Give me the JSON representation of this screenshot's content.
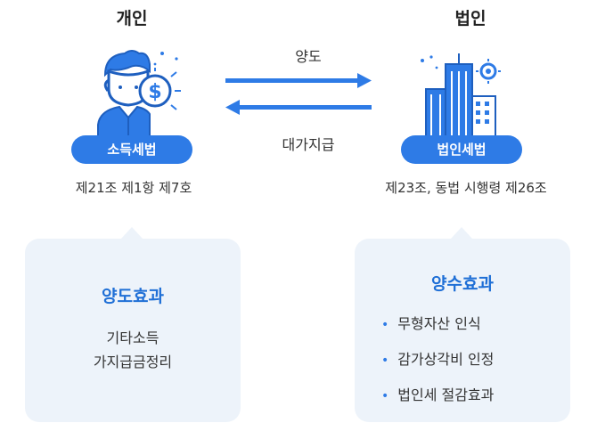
{
  "left": {
    "title": "개인",
    "badge": "소득세법",
    "reference": "제21조 제1항 제7호",
    "effect_title": "양도효과",
    "effect_lines": [
      "기타소득",
      "가지급금정리"
    ]
  },
  "right": {
    "title": "법인",
    "badge": "법인세법",
    "reference": "제23조, 동법 시행령 제26조",
    "effect_title": "양수효과",
    "effect_items": [
      "무형자산 인식",
      "감가상각비 인정",
      "법인세 절감효과"
    ]
  },
  "arrows": {
    "forward_label": "양도",
    "backward_label": "대가지급"
  },
  "colors": {
    "accent": "#2e7be6",
    "bubble_bg": "#edf3fa",
    "effect_title": "#1f6fd6"
  },
  "icons": {
    "left": "person-dollar-icon",
    "right": "building-icon"
  }
}
